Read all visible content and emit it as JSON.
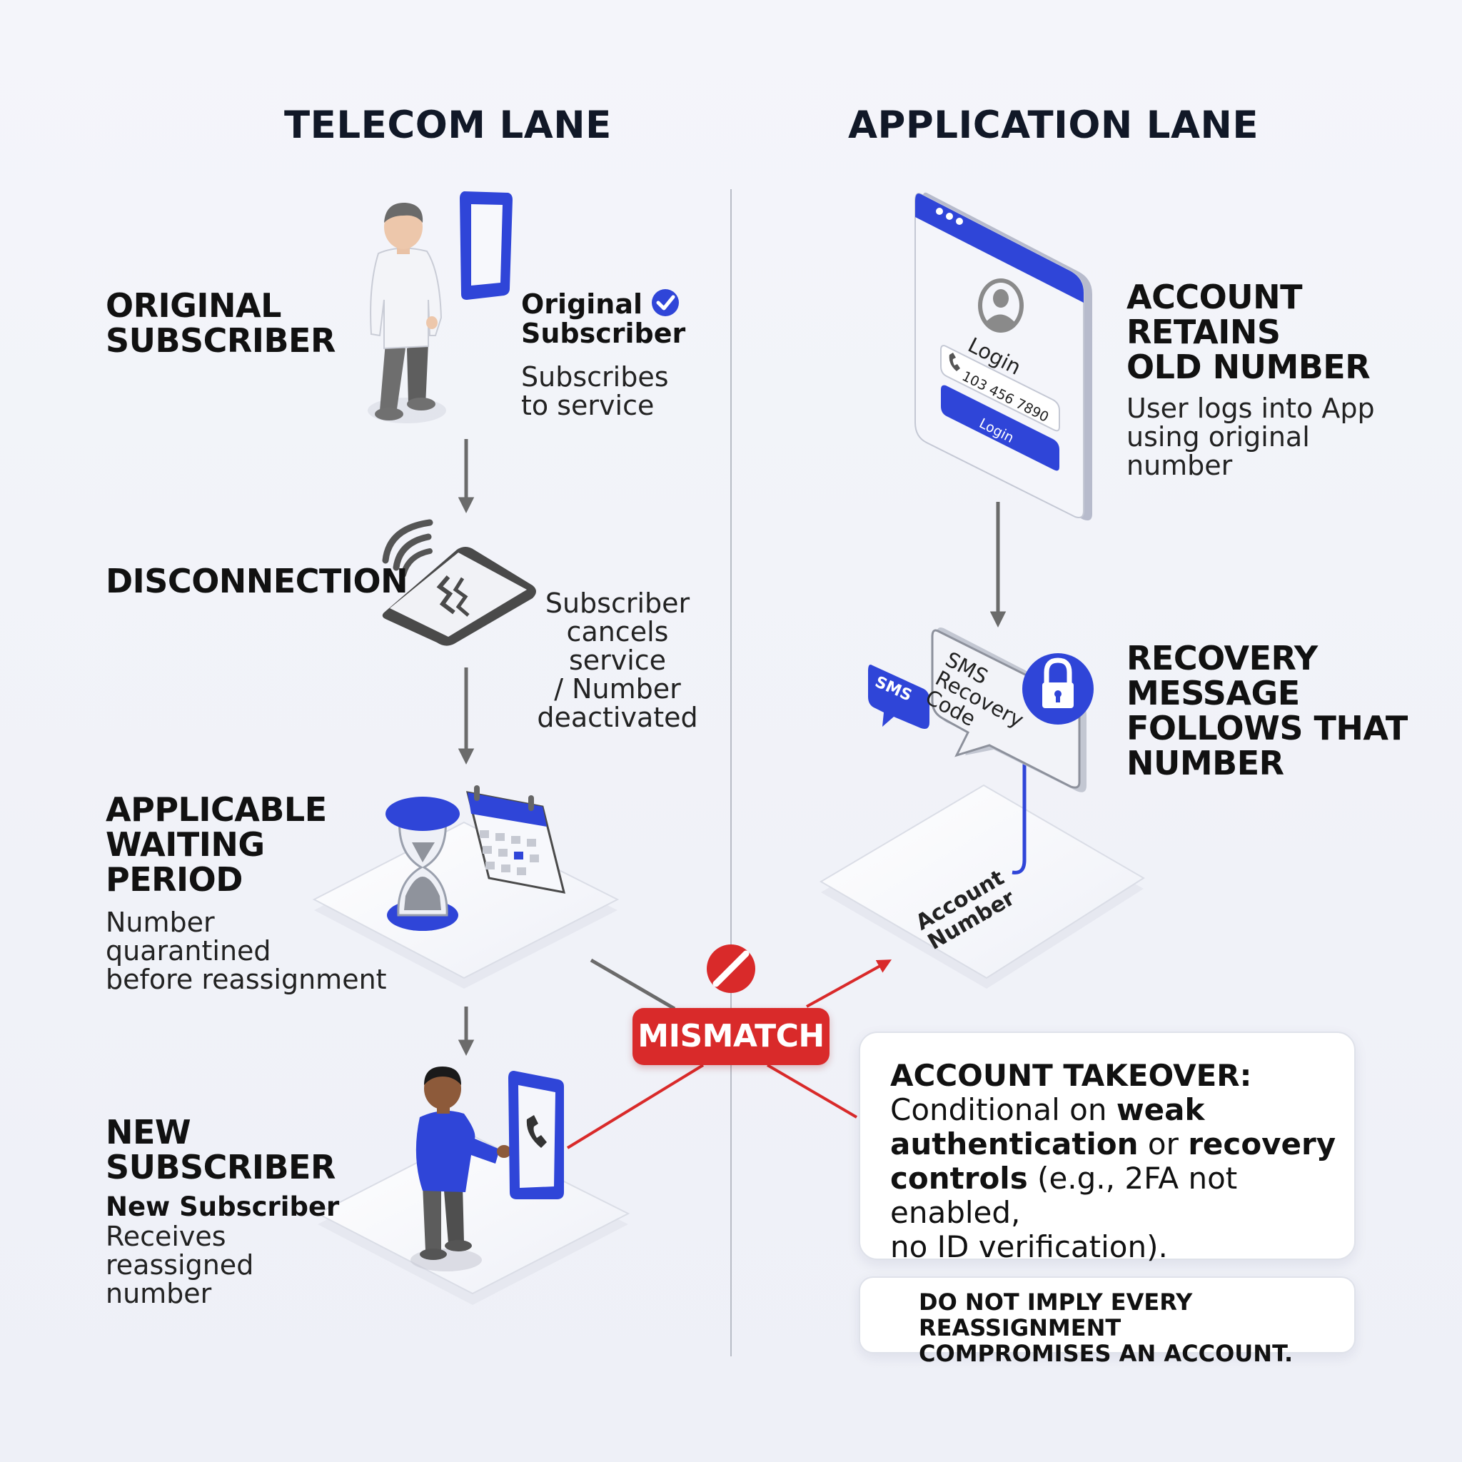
{
  "lanes": {
    "telecom": "TELECOM LANE",
    "application": "APPLICATION LANE"
  },
  "telecom_steps": {
    "original": {
      "title_l1": "ORIGINAL",
      "title_l2": "SUBSCRIBER",
      "card_l1": "Original",
      "card_l2": "Subscriber",
      "desc_l1": "Subscribes",
      "desc_l2": "to service"
    },
    "disconnection": {
      "title": "DISCONNECTION",
      "desc_l1": "Subscriber",
      "desc_l2": "cancels service",
      "desc_l3": "/ Number",
      "desc_l4": "deactivated"
    },
    "waiting": {
      "title_l1": "APPLICABLE",
      "title_l2": "WAITING",
      "title_l3": "PERIOD",
      "desc_l1": "Number",
      "desc_l2": "quarantined",
      "desc_l3": "before reassignment"
    },
    "new": {
      "title_l1": "NEW",
      "title_l2": "SUBSCRIBER",
      "sub": "New Subscriber",
      "desc_l1": "Receives",
      "desc_l2": "reassigned",
      "desc_l3": "number"
    }
  },
  "app_steps": {
    "retains": {
      "title_l1": "ACCOUNT",
      "title_l2": "RETAINS",
      "title_l3": "OLD NUMBER",
      "desc_l1": "User logs into App",
      "desc_l2": "using original",
      "desc_l3": "number"
    },
    "login_window": {
      "heading": "Login",
      "phone": "103 456 7890",
      "button": "Login"
    },
    "recovery": {
      "title_l1": "RECOVERY",
      "title_l2": "MESSAGE",
      "title_l3": "FOLLOWS THAT",
      "title_l4": "NUMBER"
    },
    "sms_bubble": {
      "small": "SMS",
      "l1": "SMS",
      "l2": "Recovery",
      "l3": "Code"
    },
    "platform": {
      "l1": "Account",
      "l2": "Number"
    }
  },
  "mismatch": "MISMATCH",
  "takeover": {
    "heading": "ACCOUNT TAKEOVER:",
    "t1": "Conditional on ",
    "b1": "weak",
    "b2": "authentication",
    "t2": " or ",
    "b3": "recovery",
    "b4": "controls",
    "t3": " (e.g., 2FA not enabled,",
    "t4": "no ID verification)."
  },
  "note": {
    "l1": "DO NOT IMPLY EVERY REASSIGNMENT",
    "l2": "COMPROMISES AN ACCOUNT."
  },
  "colors": {
    "accent_blue": "#2f45d8",
    "alert_red": "#d92a2a",
    "arrow_gray": "#6b6b6b"
  }
}
